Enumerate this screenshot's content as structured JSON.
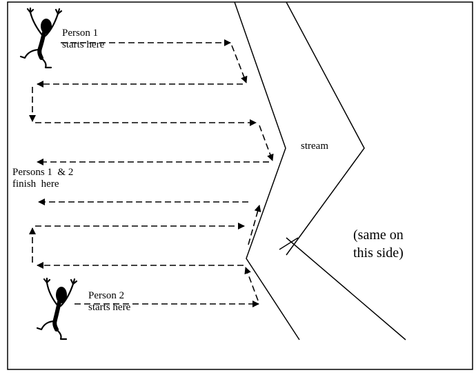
{
  "labels": {
    "person1": [
      "Person 1",
      "starts here"
    ],
    "person2": [
      "Person 2",
      "starts here"
    ],
    "finish": [
      "Persons 1  & 2",
      "finish  here"
    ],
    "stream": "stream",
    "same_side": [
      "(same on",
      "this side)"
    ]
  },
  "colors": {
    "ink": "#000000",
    "background": "#ffffff"
  }
}
